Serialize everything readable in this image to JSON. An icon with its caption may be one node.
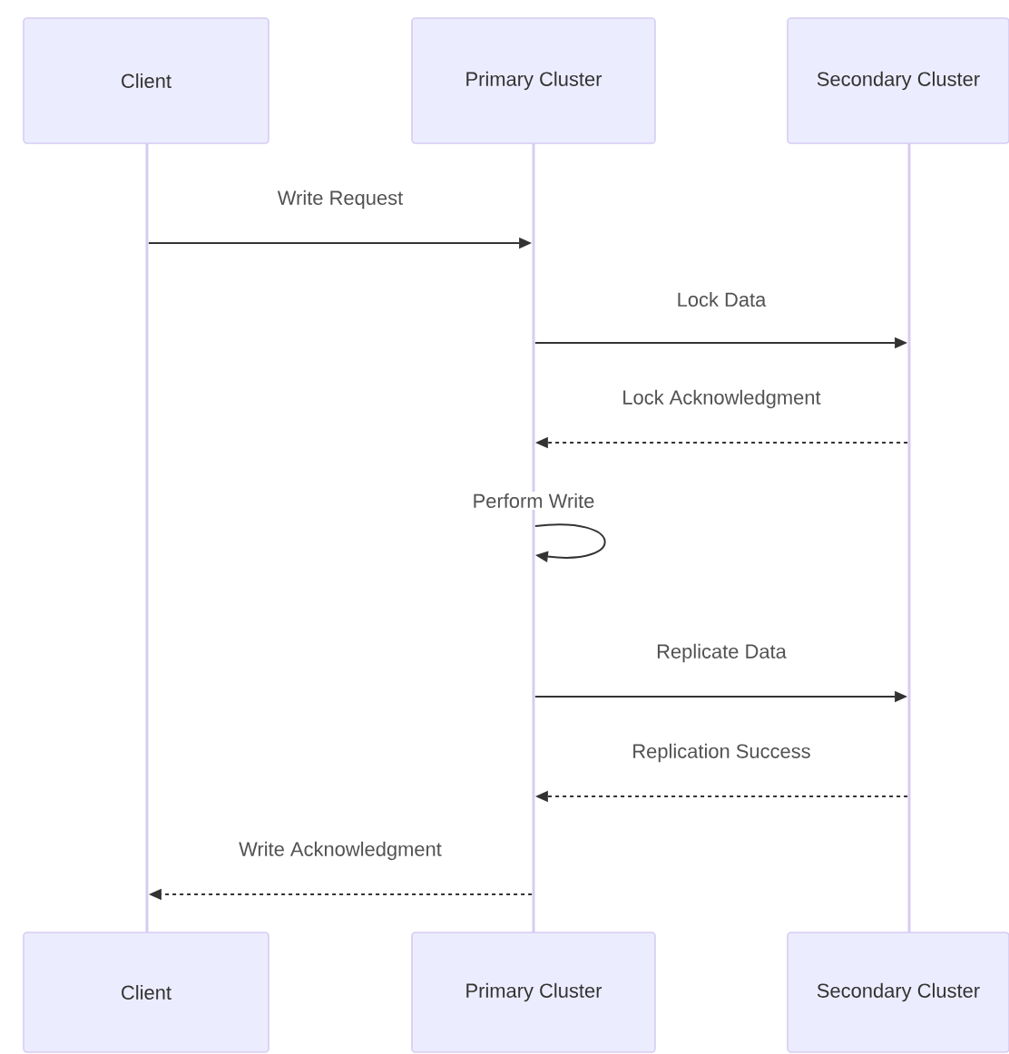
{
  "diagram": {
    "nodes": [
      {
        "text": [
          "Client"
        ]
      },
      {
        "text": [
          "Primary Cluster"
        ]
      },
      {
        "text": [
          "Secondary Cluster"
        ]
      },
      {
        "text": [
          "Client"
        ]
      },
      {
        "text": [
          "Primary Cluster"
        ]
      },
      {
        "text": [
          "Secondary Cluster"
        ]
      },
      {
        "text": [],
        "shape": "bar"
      },
      {
        "text": [],
        "shape": "bar"
      },
      {
        "text": [],
        "shape": "bar"
      }
    ],
    "edges": [
      {
        "from": 6,
        "to": 7,
        "arrow": "to",
        "label": "Write Request"
      },
      {
        "from": 7,
        "to": 8,
        "arrow": "to",
        "label": "Lock Data"
      },
      {
        "from": 8,
        "to": 7,
        "arrow": "to",
        "label": "Lock Acknowledgment",
        "style": "dashed"
      },
      {
        "from": 7,
        "to": 7,
        "arrow": "to",
        "label": "Perform Write"
      },
      {
        "from": 7,
        "to": 8,
        "arrow": "to",
        "label": "Replicate Data"
      },
      {
        "from": 8,
        "to": 7,
        "arrow": "to",
        "label": "Replication Success",
        "style": "dashed"
      },
      {
        "from": 7,
        "to": 6,
        "arrow": "to",
        "label": "Write Acknowledgment",
        "style": "dashed"
      }
    ]
  }
}
